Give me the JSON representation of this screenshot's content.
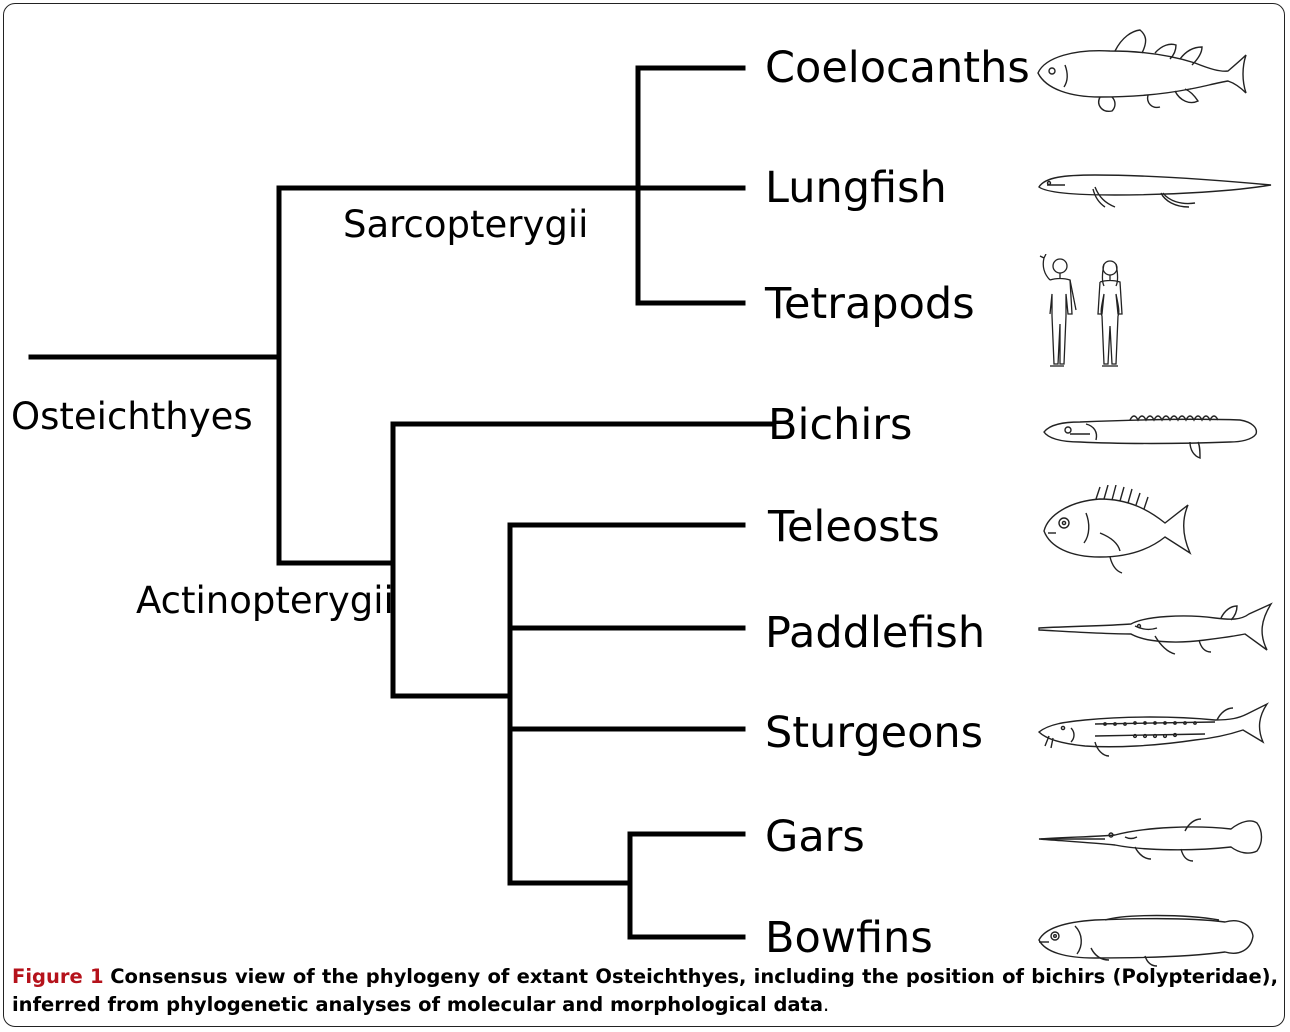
{
  "clades": {
    "root": "Osteichthyes",
    "sarco": "Sarcopterygii",
    "actino": "Actinopterygii"
  },
  "taxa": [
    {
      "name": "Coelocanths",
      "icon": "coelacanth-icon"
    },
    {
      "name": "Lungfish",
      "icon": "lungfish-icon"
    },
    {
      "name": "Tetrapods",
      "icon": "humans-icon"
    },
    {
      "name": "Bichirs",
      "icon": "bichir-icon"
    },
    {
      "name": "Teleosts",
      "icon": "teleost-icon"
    },
    {
      "name": "Paddlefish",
      "icon": "paddlefish-icon"
    },
    {
      "name": "Sturgeons",
      "icon": "sturgeon-icon"
    },
    {
      "name": "Gars",
      "icon": "gar-icon"
    },
    {
      "name": "Bowfins",
      "icon": "bowfin-icon"
    }
  ],
  "caption": {
    "label": "Figure 1",
    "text": "Consensus view of the phylogeny of extant Osteichthyes, including the position of bichirs (Polypteridae), inferred from phylogenetic analyses of molecular and morphological data",
    "end": "."
  }
}
